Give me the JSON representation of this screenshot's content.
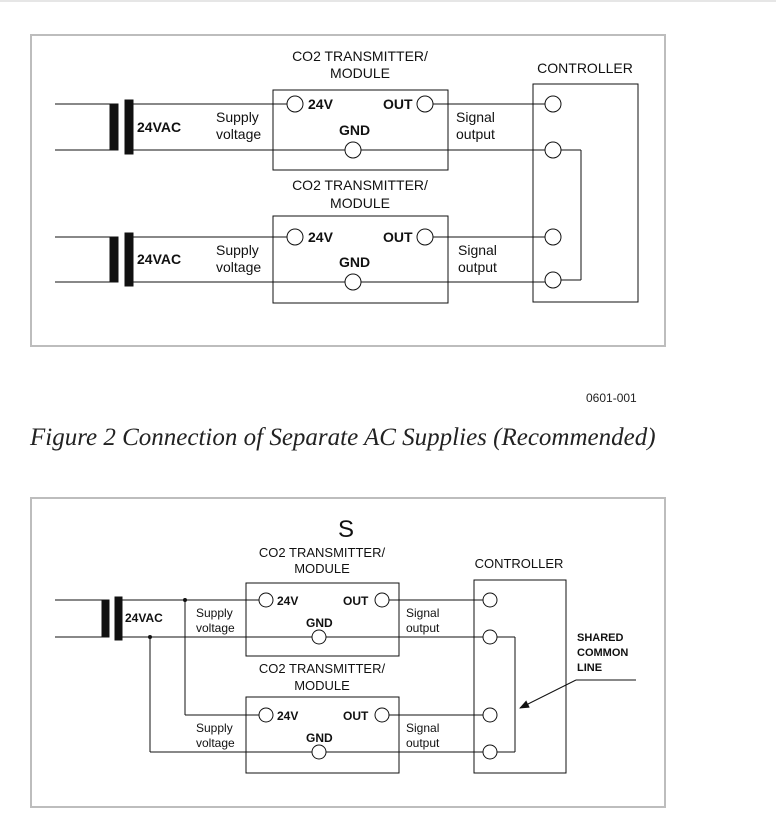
{
  "figure1": {
    "module_title_line1": "CO2 TRANSMITTER/",
    "module_title_line2": "MODULE",
    "controller_label": "CONTROLLER",
    "transformer_label": "24VAC",
    "supply_line1": "Supply",
    "supply_line2": "voltage",
    "signal_line1": "Signal",
    "signal_line2": "output",
    "terminal_24v": "24V",
    "terminal_out": "OUT",
    "terminal_gnd": "GND"
  },
  "figure_ref": "0601-001",
  "caption": "Figure 2 Connection of Separate AC Supplies (Recommended)",
  "figure2": {
    "stray_mark": "S",
    "module_title_line1": "CO2 TRANSMITTER/",
    "module_title_line2": "MODULE",
    "controller_label": "CONTROLLER",
    "transformer_label": "24VAC",
    "supply_line1": "Supply",
    "supply_line2": "voltage",
    "signal_line1": "Signal",
    "signal_line2": "output",
    "terminal_24v": "24V",
    "terminal_out": "OUT",
    "terminal_gnd": "GND",
    "shared_line1": "SHARED",
    "shared_line2": "COMMON",
    "shared_line3": "LINE"
  }
}
